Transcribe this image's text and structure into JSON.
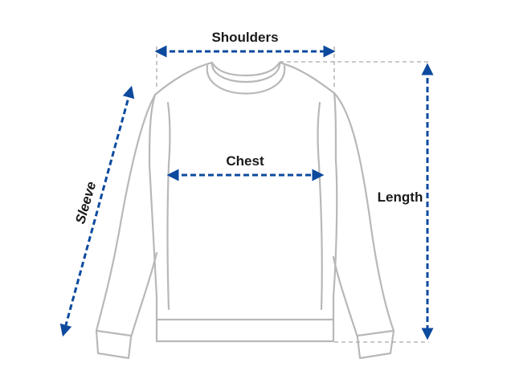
{
  "diagram": {
    "labels": {
      "shoulders": "Shoulders",
      "chest": "Chest",
      "length": "Length",
      "sleeve": "Sleeve"
    },
    "colors": {
      "arrow": "#0c4a9e",
      "outline": "#b8b8b8",
      "guide": "#a9a9a9",
      "text": "#1a1a1a"
    }
  }
}
